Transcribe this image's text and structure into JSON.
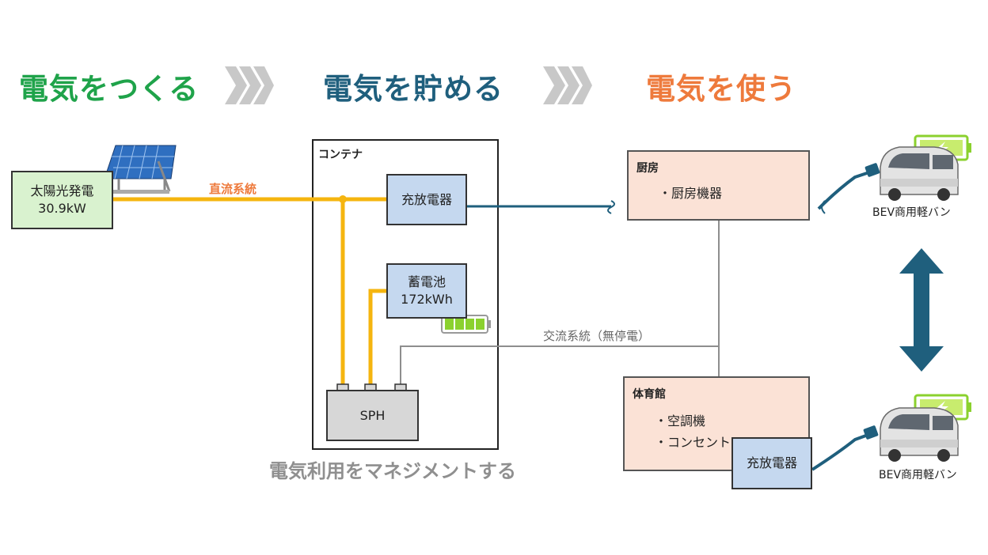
{
  "headings": {
    "generate": "電気をつくる",
    "store": "電気を貯める",
    "use": "電気を使う"
  },
  "colors": {
    "generate": "#1fa34a",
    "store": "#1f5f7d",
    "use": "#ee7a3c",
    "dc_line": "#f5b50f",
    "output_line": "#1f5f7d",
    "ac_line": "#8e8e8e"
  },
  "solar": {
    "label": "太陽光発電",
    "value": "30.9kW"
  },
  "dc_line_label": "直流系統",
  "container": {
    "title": "コンテナ",
    "charger": "充放電器",
    "battery_label": "蓄電池",
    "battery_value": "172kWh",
    "sph": "SPH"
  },
  "ac_line_label": "交流系統（無停電）",
  "kitchen": {
    "title": "厨房",
    "items": [
      "・厨房機器"
    ]
  },
  "gym": {
    "title": "体育館",
    "items": [
      "・空調機",
      "・コンセント"
    ],
    "charger": "充放電器"
  },
  "bev_label_top": "BEV商用軽バン",
  "bev_label_bottom": "BEV商用軽バン",
  "footer": "電気利用をマネジメントする",
  "icons": [
    "chevron-arrows-icon",
    "solar-panel-icon",
    "battery-icon",
    "kitchen-appliance-icon",
    "air-conditioner-icon",
    "ev-van-icon",
    "charging-plug-icon",
    "double-arrow-icon"
  ]
}
